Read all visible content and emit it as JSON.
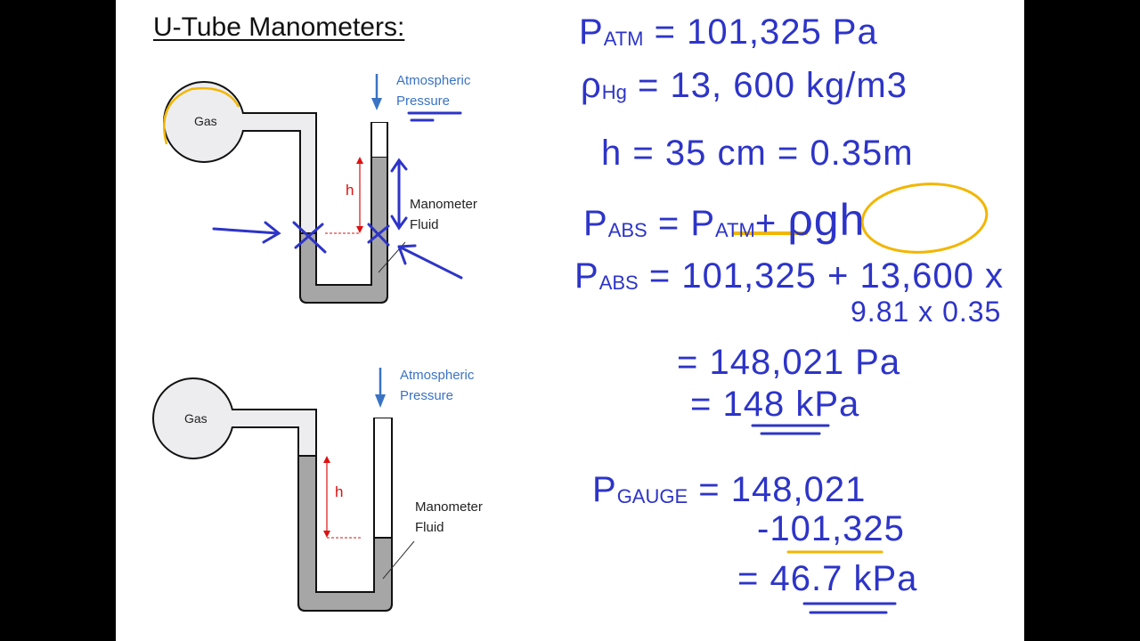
{
  "slide": {
    "title": "U-Tube Manometers:",
    "diagram_top": {
      "gas_label": "Gas",
      "atm_line1": "Atmospheric",
      "atm_line2": "Pressure",
      "h_label": "h",
      "fluid_line1": "Manometer",
      "fluid_line2": "Fluid"
    },
    "diagram_bottom": {
      "gas_label": "Gas",
      "atm_line1": "Atmospheric",
      "atm_line2": "Pressure",
      "h_label": "h",
      "fluid_line1": "Manometer",
      "fluid_line2": "Fluid"
    }
  },
  "handwriting": {
    "p_atm_sym": "P",
    "p_atm_sub": "ATM",
    "p_atm_val": "= 101,325 Pa",
    "rho_sym": "ρ",
    "rho_sub": "Hg",
    "rho_val": "= 13, 600 kg/m3",
    "h_line": "h  =  35 cm  = 0.35m",
    "p_abs_sym": "P",
    "p_abs_sub": "ABS",
    "p_abs_eq": "= ",
    "p_abs_patm": "P",
    "p_abs_patm_sub": "ATM",
    "p_abs_plus": "+",
    "p_abs_rgh": "ρgh",
    "p_abs2_sym": "P",
    "p_abs2_sub": "ABS",
    "p_abs2_val": "= 101,325 + 13,600 x",
    "p_abs2_cont": "9.81 x 0.35",
    "result1": "= 148,021 Pa",
    "result2": "= 148 kPa",
    "p_gauge_sym": "P",
    "p_gauge_sub": "GAUGE",
    "p_gauge_val": "= 148,021",
    "minus_line": "-101,325",
    "gauge_result": "=   46.7 kPa"
  },
  "colors": {
    "ink_blue": "#2d34c8",
    "highlight_yellow": "#f2b600",
    "fluid_gray": "#a6a6a6",
    "label_blue": "#3a73c4"
  }
}
